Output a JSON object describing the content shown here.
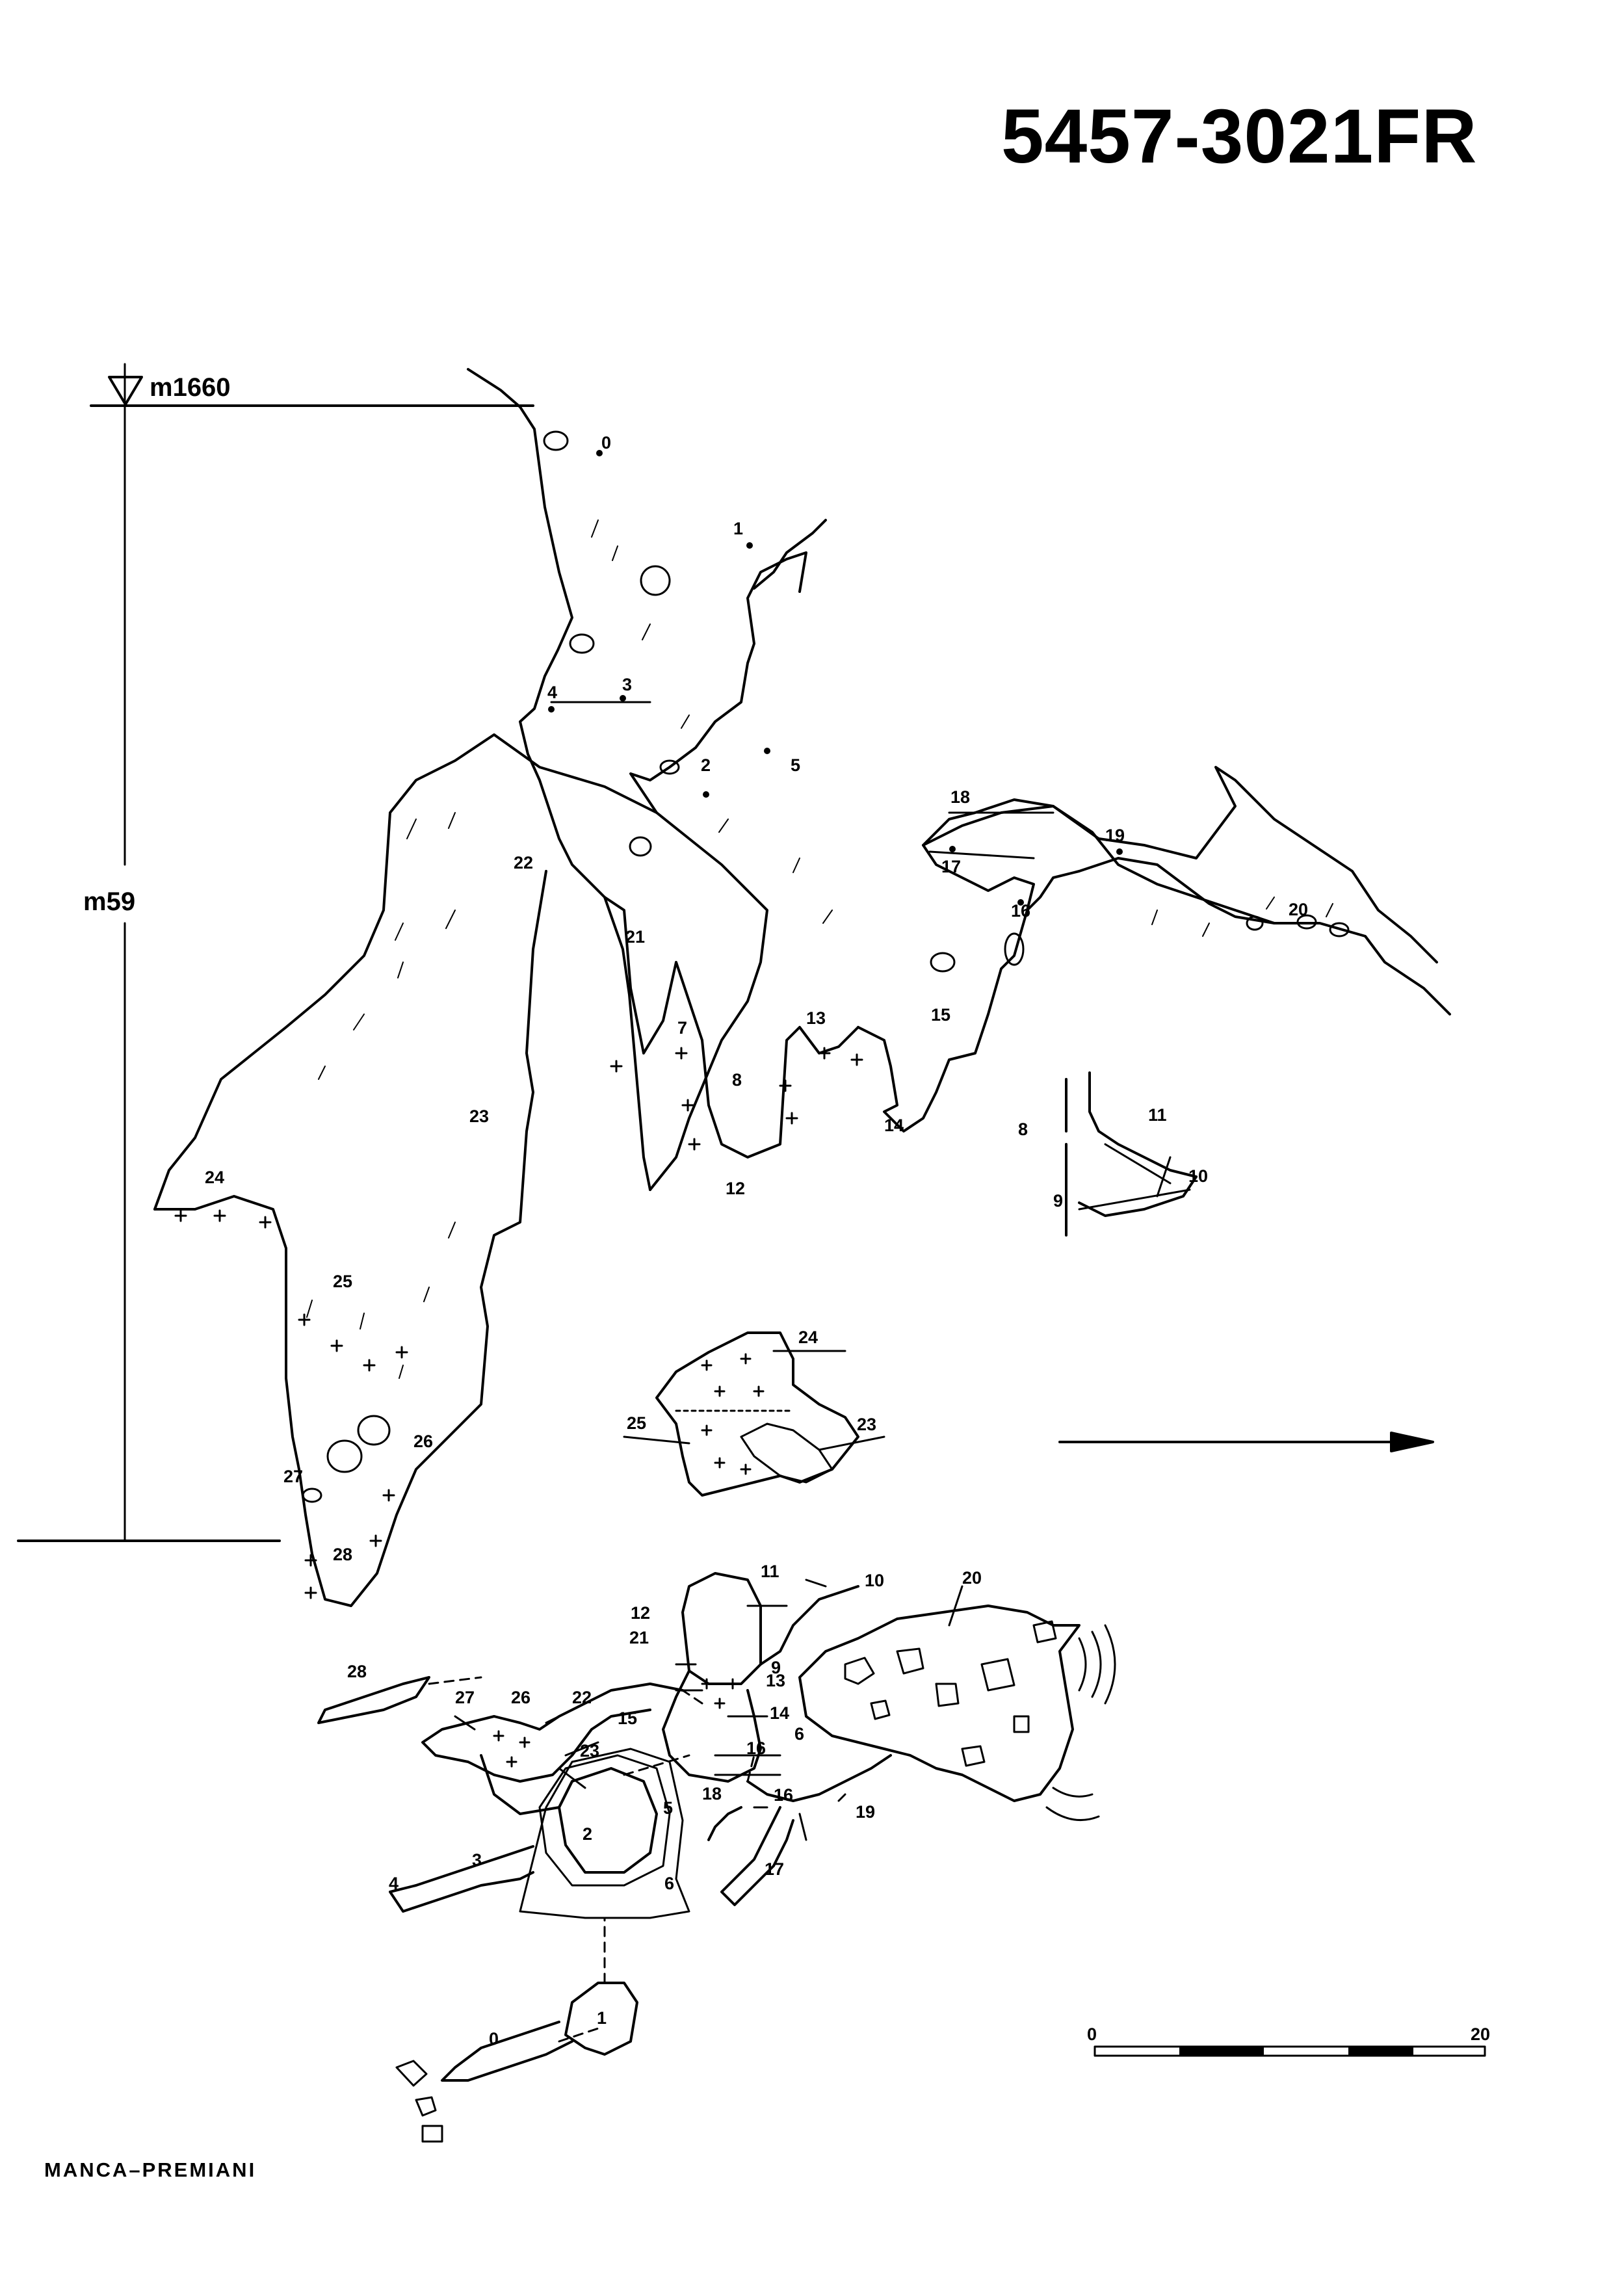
{
  "header": {
    "cadastre_code": "5457-3021FR"
  },
  "elevation": {
    "entrance_altitude": "m1660",
    "depth": "m59"
  },
  "scale_bar": {
    "start_label": "0",
    "end_label": "20"
  },
  "footer": {
    "authors": "MANCA–PREMIANI"
  },
  "section": {
    "station_labels": [
      "0",
      "1",
      "2",
      "3",
      "4",
      "5",
      "7",
      "8",
      "12",
      "13",
      "14",
      "15",
      "16",
      "17",
      "18",
      "19",
      "20",
      "21",
      "22",
      "23",
      "24",
      "25",
      "26",
      "27",
      "28",
      "8",
      "9",
      "10",
      "11"
    ]
  },
  "plan": {
    "station_labels": [
      "0",
      "1",
      "2",
      "3",
      "4",
      "5",
      "6",
      "6",
      "9",
      "10",
      "11",
      "12",
      "13",
      "14",
      "15",
      "16",
      "16",
      "17",
      "18",
      "19",
      "20",
      "21",
      "22",
      "23",
      "26",
      "27",
      "28"
    ],
    "inset_labels": [
      "24",
      "25",
      "23"
    ]
  },
  "colors": {
    "ink": "#000000",
    "paper": "#ffffff"
  }
}
